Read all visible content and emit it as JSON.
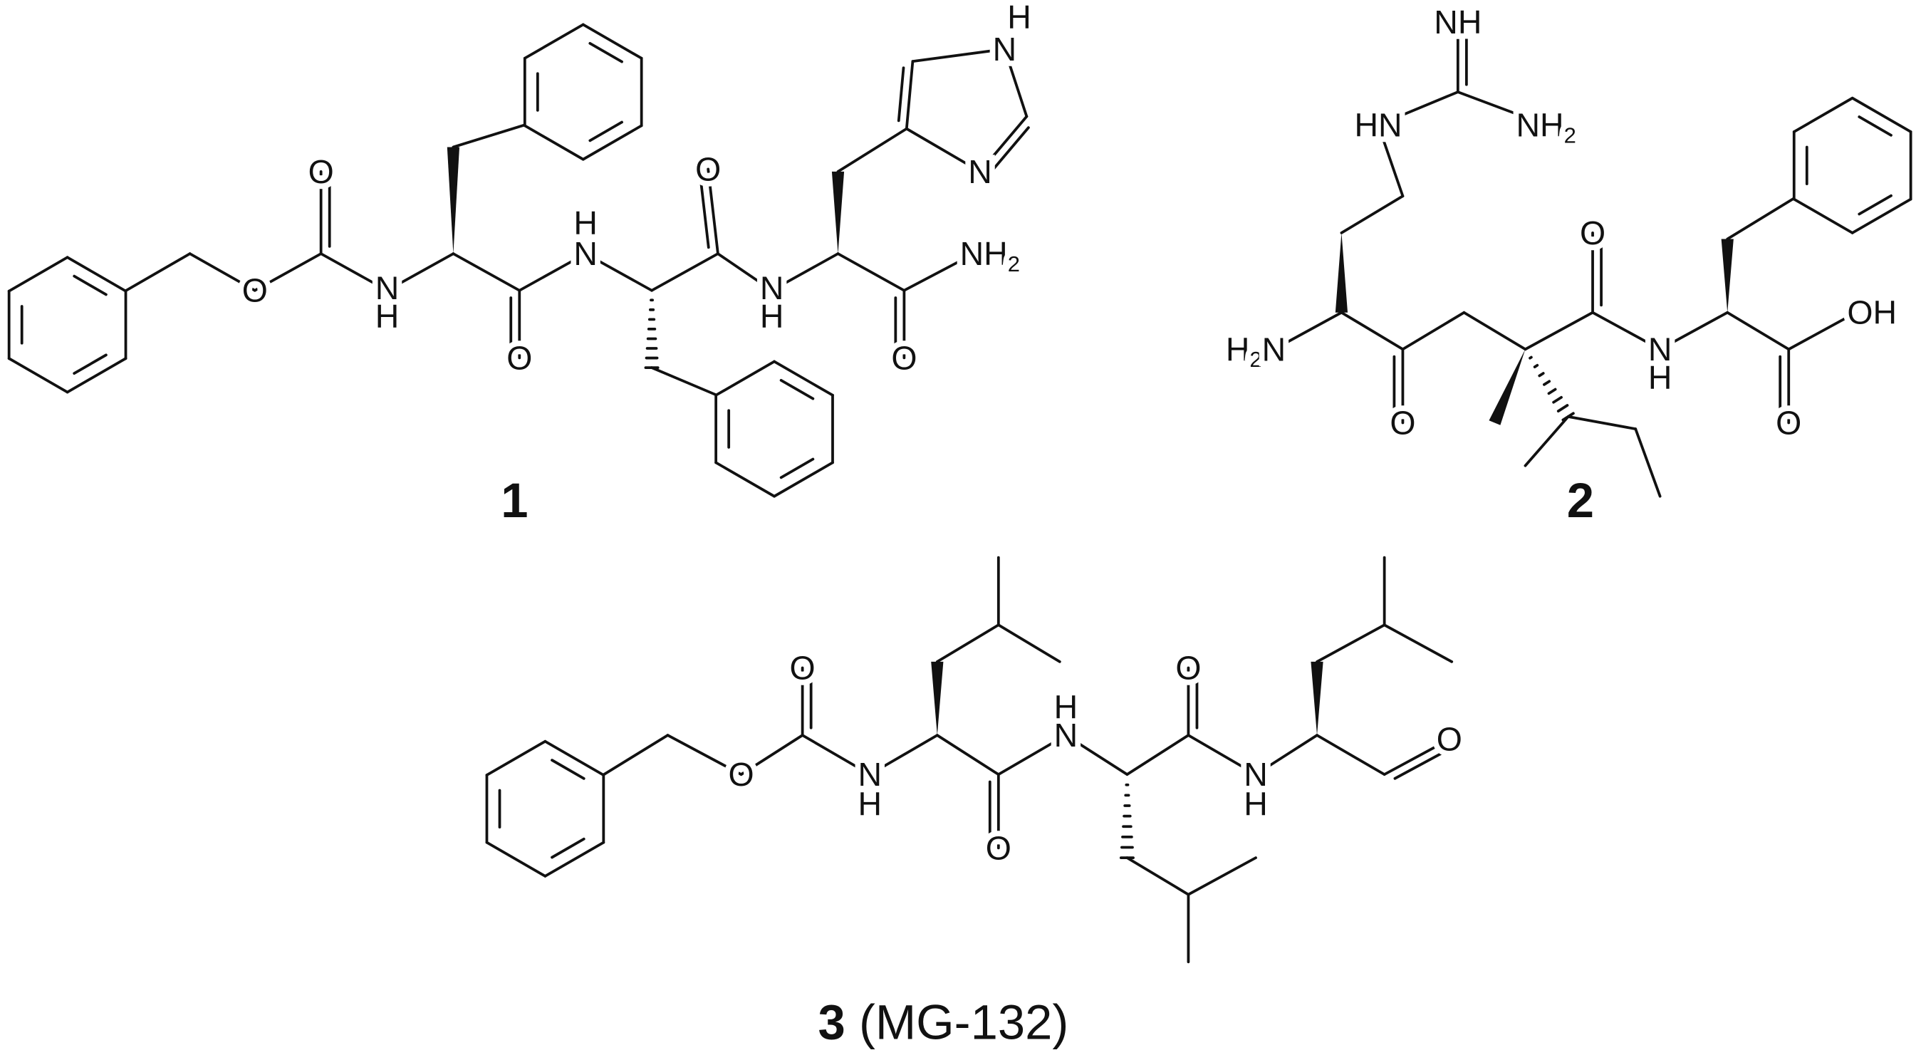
{
  "figure": {
    "compounds": [
      {
        "number": "1"
      },
      {
        "number": "2"
      },
      {
        "number": "3",
        "name": "(MG-132)"
      }
    ],
    "atoms": {
      "O": "O",
      "N": "N",
      "H": "H",
      "NH": "NH",
      "HN": "HN",
      "H2N_main": "H",
      "H2N_N": "N",
      "sub2": "2",
      "OH": "OH"
    }
  }
}
